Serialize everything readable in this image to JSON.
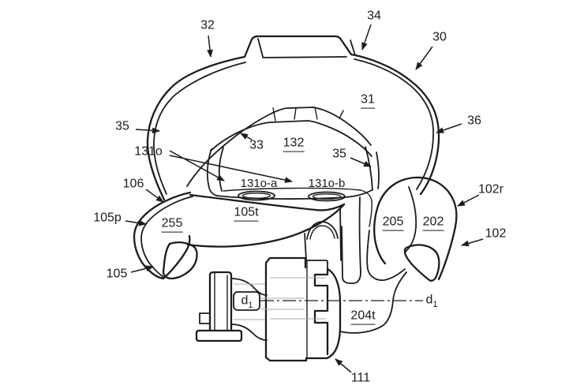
{
  "colors": {
    "ink": "#1c1c1c",
    "background": "#ffffff",
    "shading_line": "#a8a8a8"
  },
  "labels": {
    "n30": "30",
    "n31": "31",
    "n32": "32",
    "n33": "33",
    "n34": "34",
    "n35_left": "35",
    "n35_right": "35",
    "n36": "36",
    "n102": "102",
    "n102r": "102r",
    "n105": "105",
    "n105p": "105p",
    "n105t": "105t",
    "n106": "106",
    "n111": "111",
    "n131o": "131o",
    "n131o_a": "131o-a",
    "n131o_b": "131o-b",
    "n132": "132",
    "n202": "202",
    "n204t": "204t",
    "n205": "205",
    "n255": "255"
  },
  "axis_label": {
    "base": "d",
    "sub": "1"
  }
}
